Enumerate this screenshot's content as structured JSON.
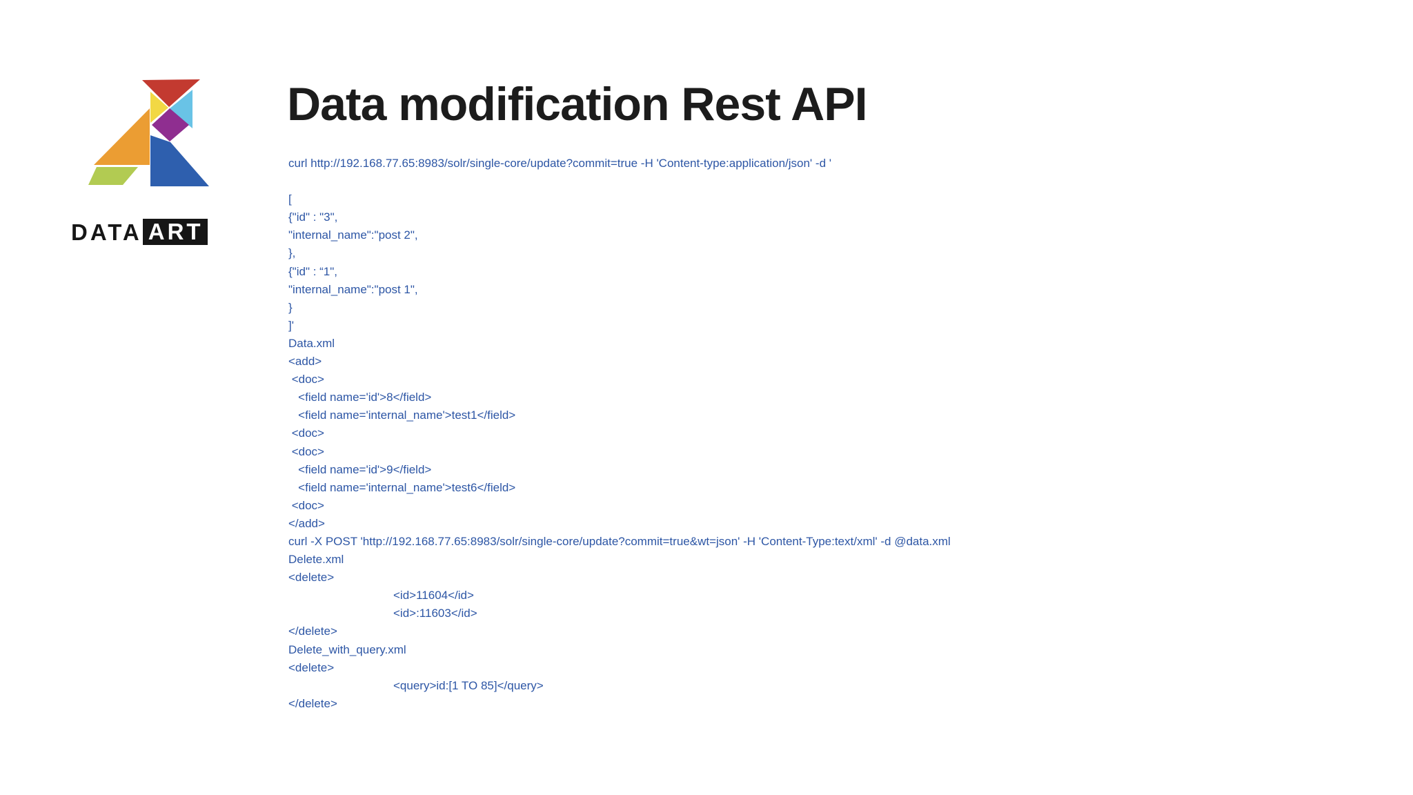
{
  "slide": {
    "title": "Data modification Rest API",
    "title_color": "#1c1c1c",
    "code_color": "#2d56a5",
    "code_lines": [
      "curl http://192.168.77.65:8983/solr/single-core/update?commit=true -H 'Content-type:application/json' -d '",
      "",
      "[",
      "{\"id\" : \"3\",",
      "\"internal_name\":\"post 2\",",
      "},",
      "{\"id\" : “1\",",
      "\"internal_name\":\"post 1\",",
      "}",
      "]'",
      "Data.xml",
      "<add>",
      " <doc>",
      "   <field name='id'>8</field>",
      "   <field name='internal_name'>test1</field>",
      " <doc>",
      " <doc>",
      "   <field name='id'>9</field>",
      "   <field name='internal_name'>test6</field>",
      " <doc>",
      "</add>",
      "curl -X POST 'http://192.168.77.65:8983/solr/single-core/update?commit=true&wt=json' -H 'Content-Type:text/xml' -d @data.xml",
      "Delete.xml",
      "<delete>",
      "\t<id>11604</id>",
      "\t<id>:11603</id>",
      "</delete>",
      "Delete_with_query.xml",
      "<delete>",
      "\t<query>id:[1 TO 85]</query>",
      "</delete>"
    ]
  },
  "logo": {
    "wordmark_data": "DATA",
    "wordmark_art": "ART",
    "colors": {
      "red": "#c33a30",
      "yellow": "#f2d844",
      "cyan": "#69c3e6",
      "purple": "#8f2e90",
      "orange": "#eb9d33",
      "green": "#b2cb52",
      "blue": "#2e5fae",
      "wordmark_black": "#161616",
      "wordmark_text_on_black": "#ffffff"
    }
  }
}
